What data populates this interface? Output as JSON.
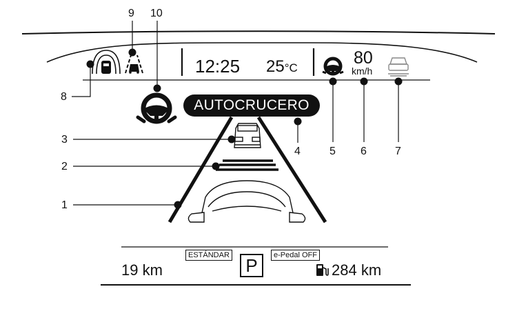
{
  "display": {
    "clock": "12:25",
    "temperature": {
      "value": "25",
      "unit": "°C"
    },
    "set_speed": {
      "value": "80",
      "unit": "km/h"
    },
    "status_banner": "AUTOCRUCERO",
    "drive_mode": "ESTÁNDAR",
    "gear": "P",
    "epedal_status": "e-Pedal OFF",
    "trip_distance": "19 km",
    "range": "284 km"
  },
  "callouts": [
    "1",
    "2",
    "3",
    "4",
    "5",
    "6",
    "7",
    "8",
    "9",
    "10"
  ],
  "icons": {
    "steering_assist": "steering-wheel-icon",
    "steering_indicator_small": "steering-wheel-icon",
    "lead_vehicle_distance": "vehicle-ahead-icon",
    "blind_spot": "blind-spot-icon",
    "lane_departure": "lane-departure-icon",
    "fuel": "fuel-pump-icon"
  },
  "colors": {
    "ink": "#111111",
    "background": "#ffffff",
    "icon_gray": "#888888"
  }
}
